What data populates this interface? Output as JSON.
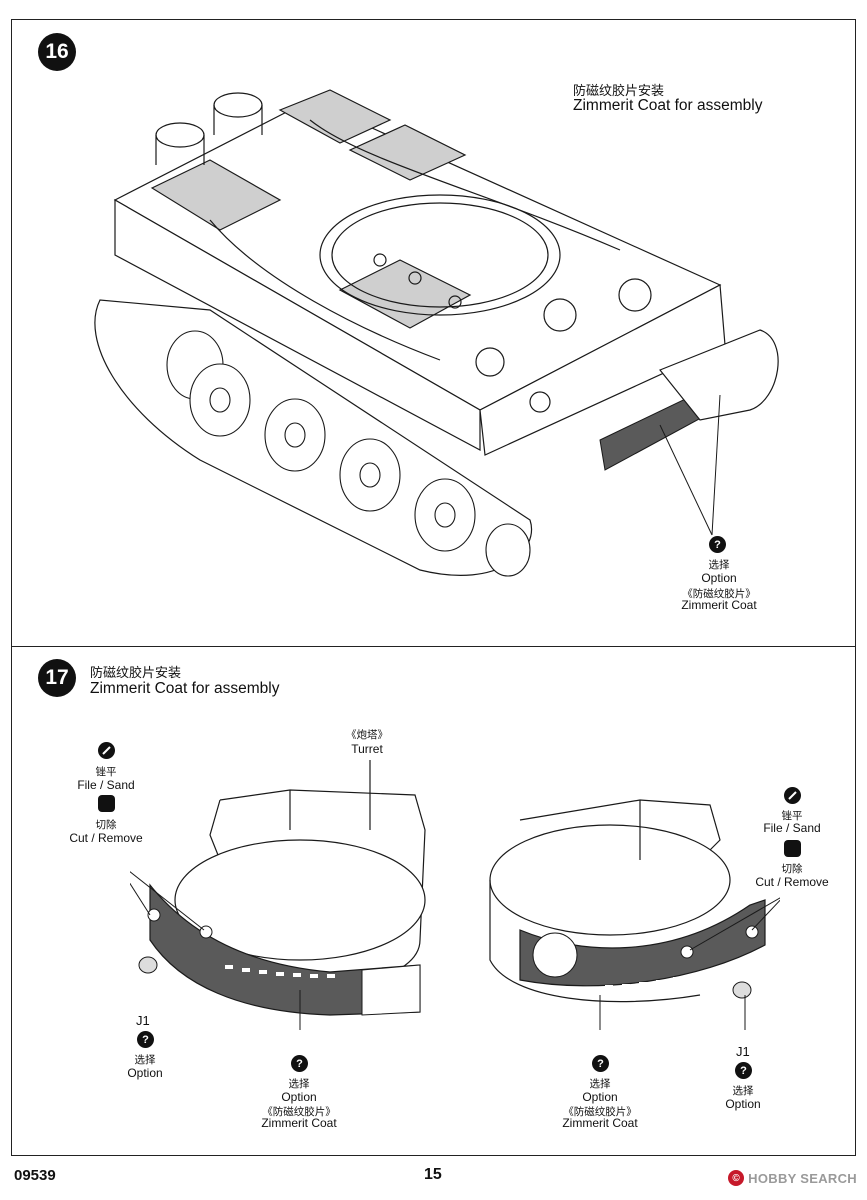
{
  "step16": {
    "number": "16",
    "title_zh": "防磁纹胶片安装",
    "title_en": "Zimmerit Coat for assembly",
    "callout": {
      "icon": "?",
      "zh1": "选择",
      "en1": "Option",
      "zh2": "《防磁纹胶片》",
      "en2": "Zimmerit Coat"
    }
  },
  "step17": {
    "number": "17",
    "title_zh": "防磁纹胶片安装",
    "title_en": "Zimmerit Coat for assembly",
    "turret": {
      "zh": "《炮塔》",
      "en": "Turret"
    },
    "left": {
      "sand_icon": "file-sand-icon",
      "sand_zh": "锉平",
      "sand_en": "File / Sand",
      "cut_icon": "cut-remove-icon",
      "cut_zh": "切除",
      "cut_en": "Cut / Remove",
      "part": "J1",
      "opt_icon": "?",
      "opt_zh": "选择",
      "opt_en": "Option",
      "coat_icon": "?",
      "coat_zh1": "选择",
      "coat_en1": "Option",
      "coat_zh2": "《防磁纹胶片》",
      "coat_en2": "Zimmerit Coat"
    },
    "right": {
      "sand_icon": "file-sand-icon",
      "sand_zh": "锉平",
      "sand_en": "File / Sand",
      "cut_icon": "cut-remove-icon",
      "cut_zh": "切除",
      "cut_en": "Cut / Remove",
      "part": "J1",
      "opt_icon": "?",
      "opt_zh": "选择",
      "opt_en": "Option",
      "coat_icon": "?",
      "coat_zh1": "选择",
      "coat_en1": "Option",
      "coat_zh2": "《防磁纹胶片》",
      "coat_en2": "Zimmerit Coat"
    }
  },
  "footer": {
    "kit_number": "09539",
    "page_number": "15",
    "watermark": "HOBBY SEARCH",
    "watermark_logo": "©"
  },
  "colors": {
    "zimmerit": "#5a5a5a",
    "line": "#1a1a1a"
  }
}
